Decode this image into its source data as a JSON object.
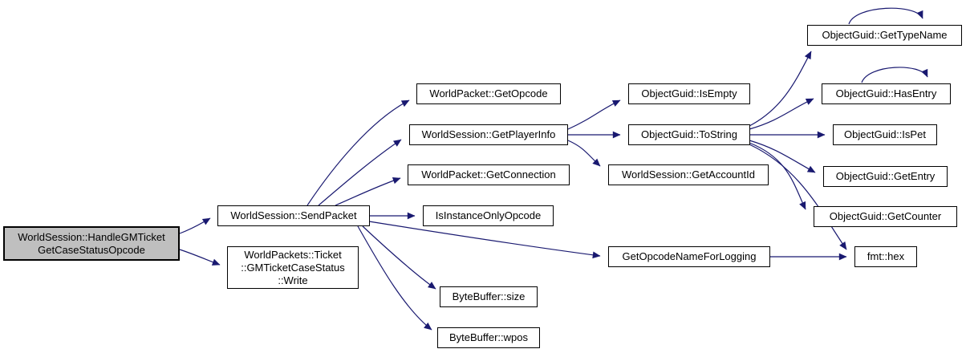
{
  "diagram": {
    "type": "call-graph",
    "colors": {
      "edge": "#191970",
      "node_border": "#000000",
      "node_fill": "#ffffff",
      "highlight_fill": "#bfbfbf",
      "background": "#ffffff"
    },
    "nodes": {
      "handle_gm_ticket_get_case_status_opcode": "WorldSession::HandleGMTicket\nGetCaseStatusOpcode",
      "send_packet": "WorldSession::SendPacket",
      "gm_ticket_case_status_write": "WorldPackets::Ticket\n::GMTicketCaseStatus\n::Write",
      "get_opcode": "WorldPacket::GetOpcode",
      "get_player_info": "WorldSession::GetPlayerInfo",
      "get_connection": "WorldPacket::GetConnection",
      "is_instance_only_opcode": "IsInstanceOnlyOpcode",
      "bytebuffer_size": "ByteBuffer::size",
      "bytebuffer_wpos": "ByteBuffer::wpos",
      "is_empty": "ObjectGuid::IsEmpty",
      "to_string": "ObjectGuid::ToString",
      "get_account_id": "WorldSession::GetAccountId",
      "get_opcode_name_for_logging": "GetOpcodeNameForLogging",
      "get_type_name": "ObjectGuid::GetTypeName",
      "has_entry": "ObjectGuid::HasEntry",
      "is_pet": "ObjectGuid::IsPet",
      "get_entry": "ObjectGuid::GetEntry",
      "get_counter": "ObjectGuid::GetCounter",
      "fmt_hex": "fmt::hex"
    },
    "edges": [
      {
        "from": "handle_gm_ticket_get_case_status_opcode",
        "to": "send_packet"
      },
      {
        "from": "handle_gm_ticket_get_case_status_opcode",
        "to": "gm_ticket_case_status_write"
      },
      {
        "from": "send_packet",
        "to": "get_opcode"
      },
      {
        "from": "send_packet",
        "to": "get_player_info"
      },
      {
        "from": "send_packet",
        "to": "get_connection"
      },
      {
        "from": "send_packet",
        "to": "is_instance_only_opcode"
      },
      {
        "from": "send_packet",
        "to": "get_opcode_name_for_logging"
      },
      {
        "from": "send_packet",
        "to": "bytebuffer_size"
      },
      {
        "from": "send_packet",
        "to": "bytebuffer_wpos"
      },
      {
        "from": "get_player_info",
        "to": "is_empty"
      },
      {
        "from": "get_player_info",
        "to": "to_string"
      },
      {
        "from": "get_player_info",
        "to": "get_account_id"
      },
      {
        "from": "to_string",
        "to": "get_type_name"
      },
      {
        "from": "to_string",
        "to": "has_entry"
      },
      {
        "from": "to_string",
        "to": "is_pet"
      },
      {
        "from": "to_string",
        "to": "get_entry"
      },
      {
        "from": "to_string",
        "to": "get_counter"
      },
      {
        "from": "to_string",
        "to": "fmt_hex"
      },
      {
        "from": "get_opcode_name_for_logging",
        "to": "fmt_hex"
      },
      {
        "from": "get_type_name",
        "to": "get_type_name"
      },
      {
        "from": "has_entry",
        "to": "has_entry"
      }
    ]
  }
}
